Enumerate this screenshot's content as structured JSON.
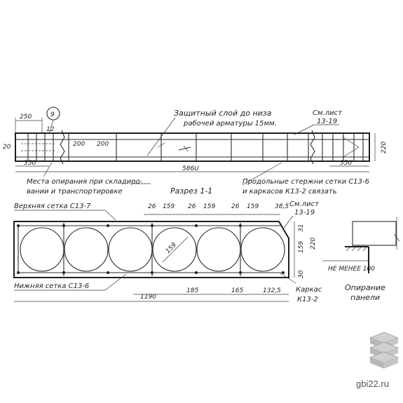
{
  "drawing": {
    "elevation": {
      "dim_250": "250",
      "callout_9": "9",
      "dim_12": "12",
      "dim_20": "20",
      "dim_200_a": "200",
      "dim_200_b": "200",
      "dim_350_left": "350",
      "dim_350_right": "350",
      "dim_5860": "586U",
      "dim_220": "220",
      "note_cover_1": "Защитный слой до низа",
      "note_cover_2": "рабочей арматуры 15мм.",
      "note_sheet_1": "См.лист",
      "note_sheet_2": "13-19",
      "note_support_1": "Места опирания при складиро-",
      "note_support_2": "вании и транспортировке",
      "note_bars_1": "Продольные стержни сетки С13-6",
      "note_bars_2": "и каркасов К13-2 связать",
      "section_title": "Разрез 1-1"
    },
    "section": {
      "upper_mesh": "Верхняя сетка С13-7",
      "lower_mesh": "Нижняя сетка С13-6",
      "top_dims": [
        "26",
        "159",
        "26",
        "159",
        "26",
        "159",
        "38,5"
      ],
      "sheet_1": "См.лист",
      "sheet_2": "13-19",
      "dim_31": "31",
      "dim_159_v": "159",
      "dim_220_v": "220",
      "dim_30": "30",
      "dim_159_d": "159",
      "bottom_dims": [
        "185",
        "165",
        "132,5"
      ],
      "dim_1190": "1190",
      "frame_1": "Каркас",
      "frame_2": "К13-2"
    },
    "bearing": {
      "min_label": "НЕ МЕНЕЕ 100",
      "title_1": "Опирание",
      "title_2": "панели"
    }
  },
  "watermark": {
    "site": "gbi22.ru"
  }
}
